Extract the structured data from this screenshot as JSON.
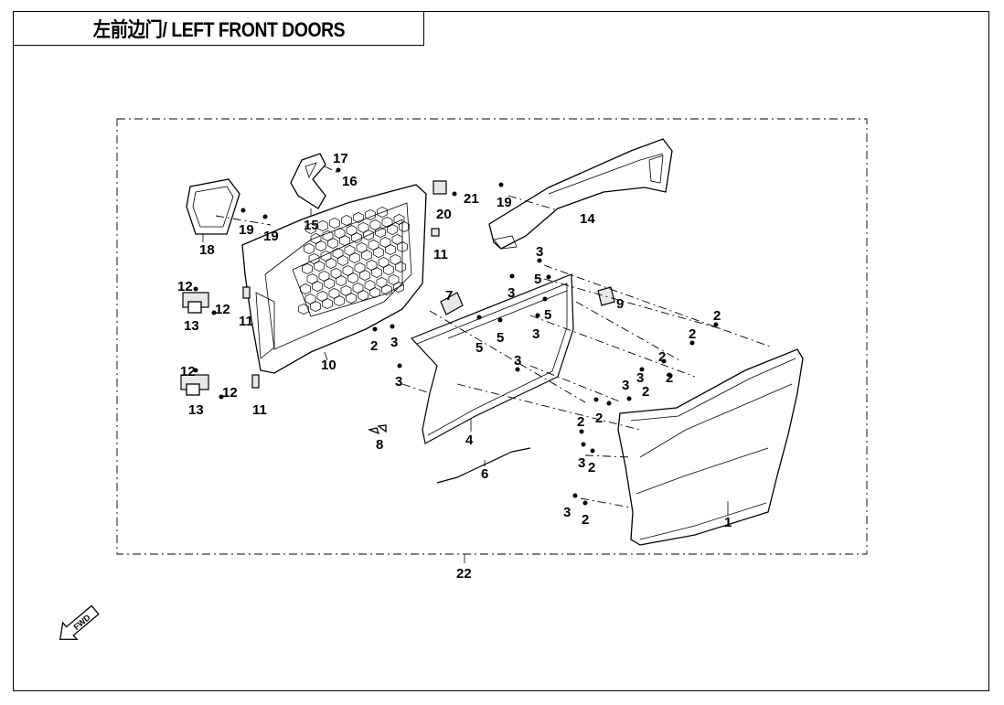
{
  "title": "左前边门/ LEFT FRONT DOORS",
  "fwd_label": "FWD",
  "callouts": {
    "c1": "1",
    "c2a": "2",
    "c2b": "2",
    "c2c": "2",
    "c2d": "2",
    "c2e": "2",
    "c2f": "2",
    "c2g": "2",
    "c2h": "2",
    "c2i": "2",
    "c2j": "2",
    "c3a": "3",
    "c3b": "3",
    "c3c": "3",
    "c3d": "3",
    "c3e": "3",
    "c3f": "3",
    "c3g": "3",
    "c3h": "3",
    "c3i": "3",
    "c3j": "3",
    "c4": "4",
    "c5a": "5",
    "c5b": "5",
    "c5c": "5",
    "c5d": "5",
    "c6": "6",
    "c7": "7",
    "c8": "8",
    "c9": "9",
    "c10": "10",
    "c11a": "11",
    "c11b": "11",
    "c11c": "11",
    "c12a": "12",
    "c12b": "12",
    "c12c": "12",
    "c12d": "12",
    "c13a": "13",
    "c13b": "13",
    "c14": "14",
    "c15": "15",
    "c16": "16",
    "c17": "17",
    "c18": "18",
    "c19a": "19",
    "c19b": "19",
    "c19c": "19",
    "c20": "20",
    "c21": "21",
    "c22": "22"
  }
}
